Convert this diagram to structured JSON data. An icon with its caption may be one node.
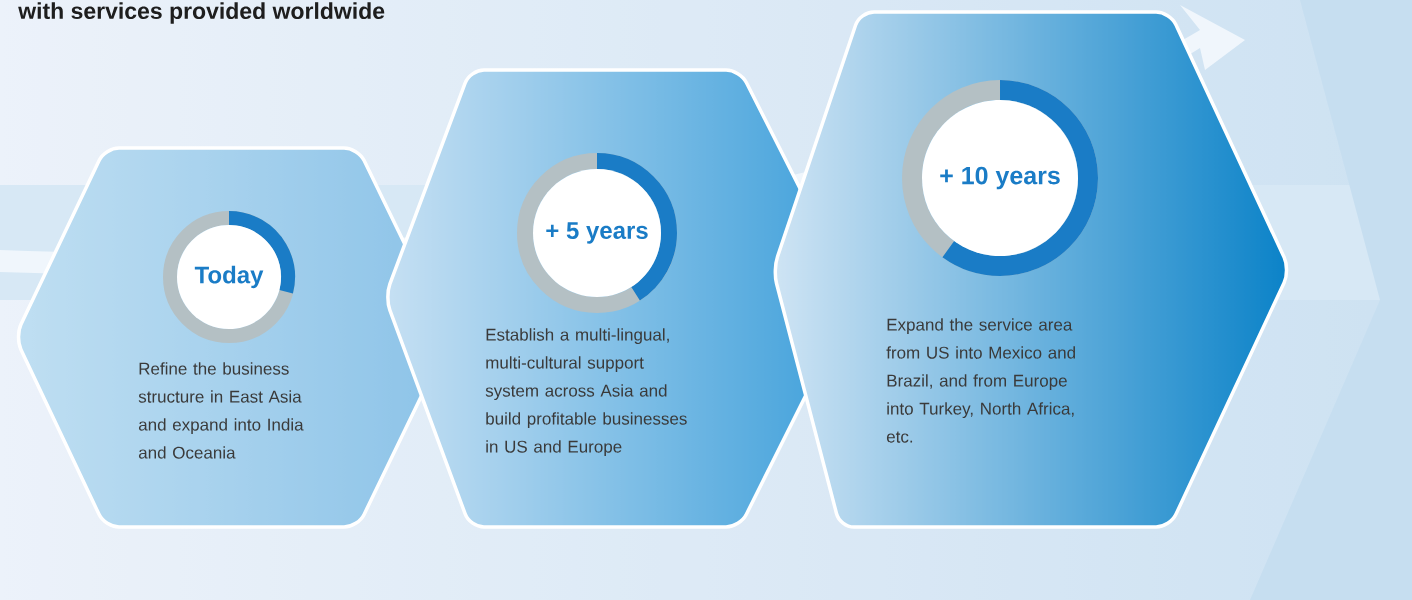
{
  "diagram": {
    "title": "with services provided worldwide",
    "nodes": [
      {
        "text": [
          "Refine the business structure in East Asia and expand into India and Oceania"
        ]
      },
      {
        "text": [
          "Today"
        ],
        "in": 0
      },
      {
        "text": [
          "Establish a multi-lingual, multi-cultural support system across Asia and build profitable businesses in US and Europe"
        ]
      },
      {
        "text": [
          "+ 5 years"
        ],
        "in": 2
      },
      {
        "text": [
          "Expand the service area from US into Mexico and Brazil, and from Europe into Turkey, North Africa, etc."
        ]
      },
      {
        "text": [
          "+ 10 years"
        ],
        "in": 4
      }
    ]
  }
}
